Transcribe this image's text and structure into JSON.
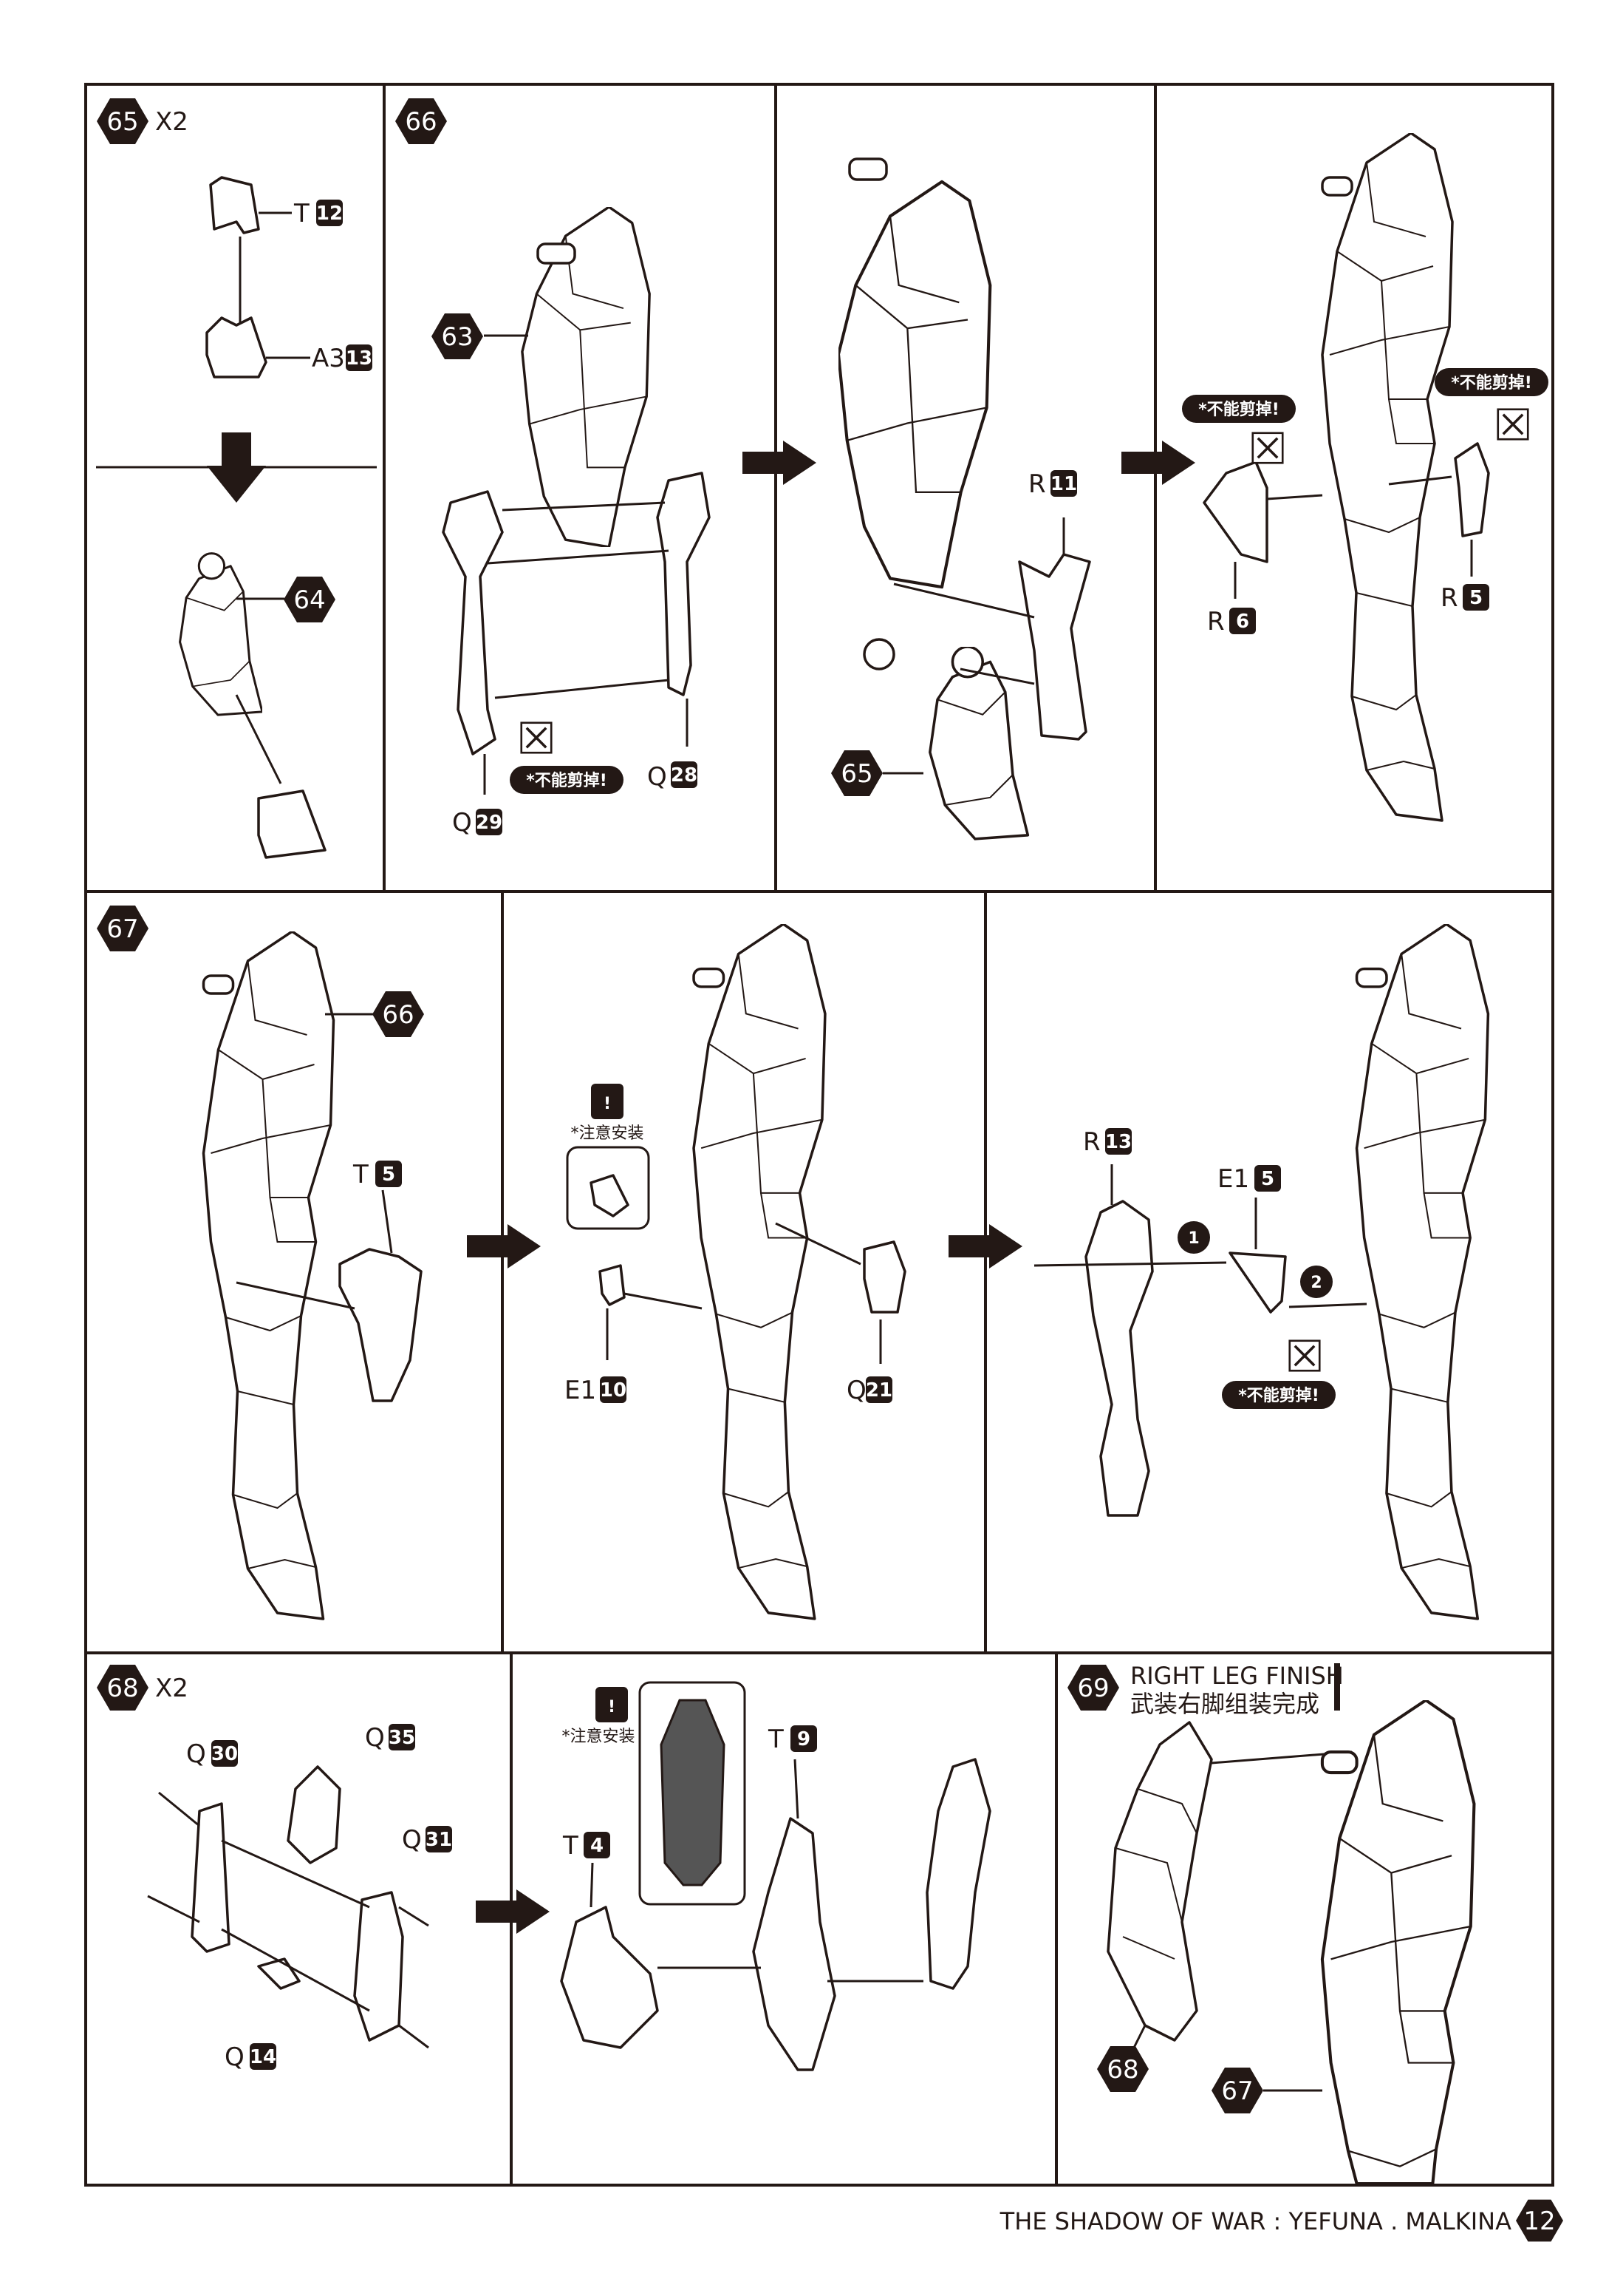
{
  "steps": {
    "s65": {
      "number": "65",
      "multiplier": "X2",
      "parts": [
        {
          "letter": "T",
          "num": "12"
        },
        {
          "letter": "A3",
          "num": "13"
        }
      ],
      "result": "64"
    },
    "s66": {
      "number": "66",
      "ref": "63",
      "parts": [
        {
          "letter": "Q",
          "num": "28"
        },
        {
          "letter": "Q",
          "num": "29"
        },
        {
          "letter": "R",
          "num": "11"
        },
        {
          "letter": "R",
          "num": "6"
        },
        {
          "letter": "R",
          "num": "5"
        }
      ],
      "ref2": "65"
    },
    "s67": {
      "number": "67",
      "ref": "66",
      "parts": [
        {
          "letter": "T",
          "num": "5"
        },
        {
          "letter": "E1",
          "num": "10"
        },
        {
          "letter": "Q",
          "num": "21"
        },
        {
          "letter": "R",
          "num": "13"
        },
        {
          "letter": "E1",
          "num": "5"
        }
      ],
      "order": [
        "1",
        "2"
      ]
    },
    "s68": {
      "number": "68",
      "multiplier": "X2",
      "parts": [
        {
          "letter": "Q",
          "num": "30"
        },
        {
          "letter": "Q",
          "num": "35"
        },
        {
          "letter": "Q",
          "num": "31"
        },
        {
          "letter": "Q",
          "num": "14"
        },
        {
          "letter": "T",
          "num": "9"
        },
        {
          "letter": "T",
          "num": "4"
        }
      ]
    },
    "s69": {
      "number": "69",
      "title_en": "RIGHT LEG FINISH",
      "title_cn": "武装右脚组装完成",
      "refs": [
        "68",
        "67"
      ]
    }
  },
  "notes": {
    "no_cut": "*不能剪掉!",
    "attention": "*注意安装",
    "warn_mark": "!"
  },
  "footer": {
    "title": "THE SHADOW OF WAR : YEFUNA . MALKINA",
    "page": "12"
  },
  "colors": {
    "ink": "#231815",
    "paper": "#ffffff"
  }
}
